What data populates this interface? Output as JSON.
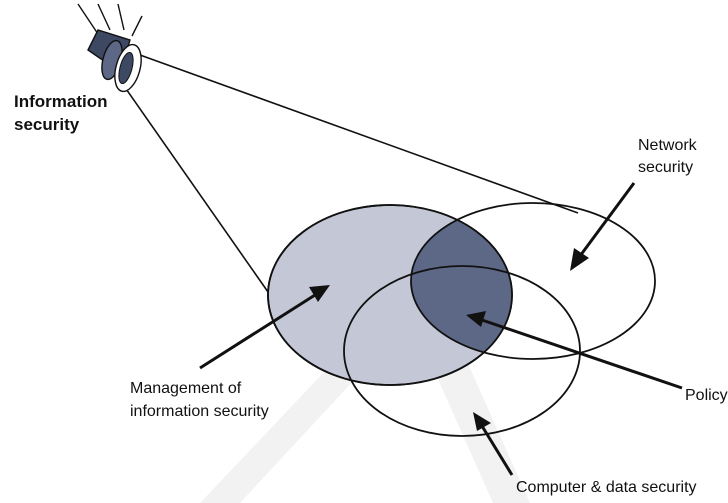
{
  "diagram": {
    "labels": {
      "information_security_line1": "Information",
      "information_security_line2": "security",
      "network_security_line1": "Network",
      "network_security_line2": "security",
      "management_line1": "Management of",
      "management_line2": "information security",
      "policy": "Policy",
      "computer_data_security": "Computer & data security"
    },
    "colors": {
      "management_fill": "#c4c8d6",
      "policy_fill": "#5d6886",
      "stroke": "#111111",
      "watermark": "#f2f2f2",
      "flashlight_body": "#3d4863"
    },
    "icons": [
      "flashlight-icon"
    ]
  }
}
